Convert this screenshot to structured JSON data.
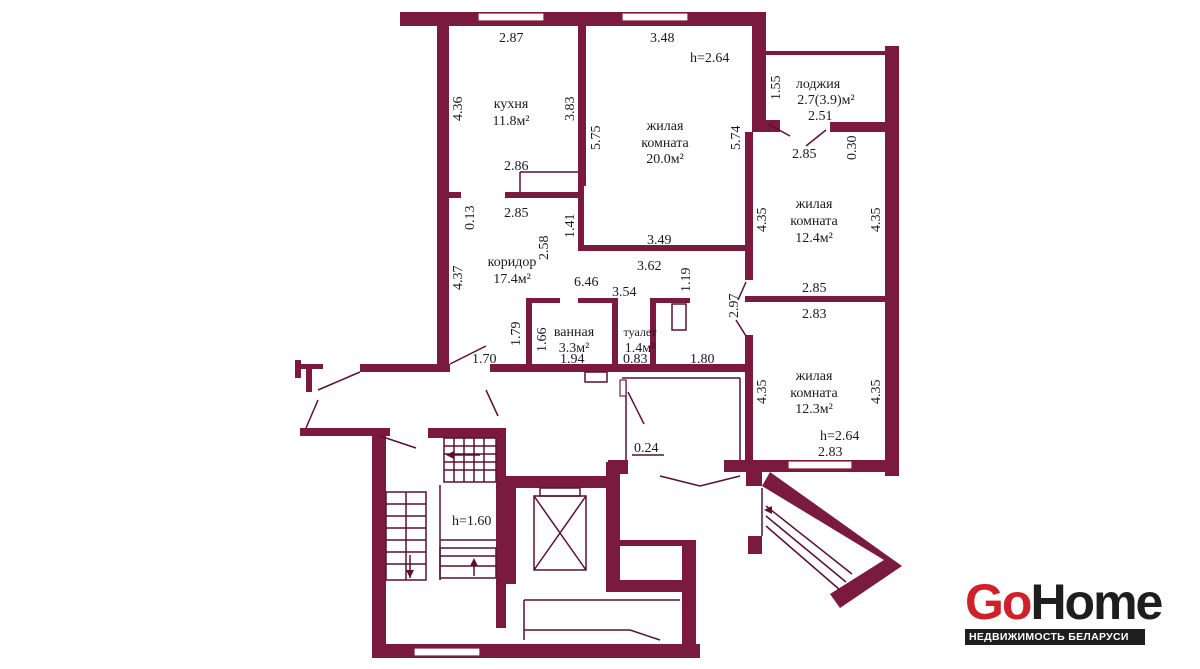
{
  "plan": {
    "rooms": {
      "kitchen": {
        "name": "кухня",
        "area": "11.8м²"
      },
      "living1": {
        "name1": "жилая",
        "name2": "комната",
        "area": "20.0м²"
      },
      "loggia": {
        "name": "лоджия",
        "area": "2.7(3.9)м²"
      },
      "living2": {
        "name1": "жилая",
        "name2": "комната",
        "area": "12.4м²"
      },
      "corridor": {
        "name": "коридор",
        "area": "17.4м²"
      },
      "bath": {
        "name": "ванная",
        "area": "3.3м²"
      },
      "wc": {
        "name": "туалет",
        "area": "1.4м²"
      },
      "living3": {
        "name1": "жилая",
        "name2": "комната",
        "area": "12.3м²"
      }
    },
    "heights": {
      "top": "h=2.64",
      "bottom": "h=2.64",
      "stairs": "h=1.60"
    },
    "dims": {
      "d_2_87": "2.87",
      "d_3_48": "3.48",
      "d_4_36": "4.36",
      "d_3_83": "3.83",
      "d_5_75": "5.75",
      "d_5_74": "5.74",
      "d_1_55": "1.55",
      "d_2_51": "2.51",
      "d_0_30": "0.30",
      "d_2_85_loggia": "2.85",
      "d_2_86": "2.86",
      "d_0_13": "0.13",
      "d_2_85_kitchen": "2.85",
      "d_1_41": "1.41",
      "d_2_58": "2.58",
      "d_3_49": "3.49",
      "d_4_35_a": "4.35",
      "d_4_35_b": "4.35",
      "d_3_62": "3.62",
      "d_4_37": "4.37",
      "d_1_19": "1.19",
      "d_6_46": "6.46",
      "d_3_54": "3.54",
      "d_2_97": "2.97",
      "d_2_85_mid": "2.85",
      "d_2_83_mid": "2.83",
      "d_1_79": "1.79",
      "d_1_66": "1.66",
      "d_1_70": "1.70",
      "d_1_94": "1.94",
      "d_0_83": "0.83",
      "d_1_80": "1.80",
      "d_4_35_c": "4.35",
      "d_4_35_d": "4.35",
      "d_2_83_bottom": "2.83",
      "d_0_24": "0.24"
    }
  },
  "logo": {
    "go": "Go",
    "home": "Home",
    "tagline": "НЕДВИЖИМОСТЬ БЕЛАРУСИ"
  },
  "colors": {
    "wall": "#7a1a3c",
    "logo_red": "#d0202a",
    "logo_dark": "#1e1e1e"
  }
}
